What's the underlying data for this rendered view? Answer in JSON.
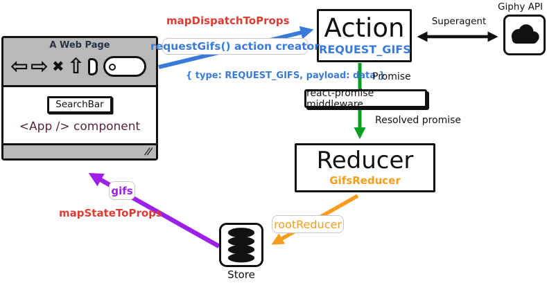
{
  "colors": {
    "red": "#df3b33",
    "blue": "#3a7bd9",
    "green": "#0a9e22",
    "orange": "#f89c1c",
    "purple": "#9c20e8",
    "maroon": "#572440",
    "titlebar_gray": "#b9b9b9"
  },
  "browser": {
    "title": "A Web Page",
    "toolbar": {
      "back_icon": "⇦",
      "forward_icon": "⇨",
      "close_icon": "✖",
      "home_icon": "⇧"
    },
    "searchbar_label": "SearchBar",
    "component_label": "<App /> component",
    "resize_handle": "//"
  },
  "nodes": {
    "action": {
      "title": "Action",
      "subtitle": "REQUEST_GIFS"
    },
    "giphy": {
      "label": "Giphy API"
    },
    "reducer": {
      "title": "Reducer",
      "subtitle": "GifsReducer"
    },
    "store": {
      "label": "Store"
    }
  },
  "flow": {
    "map_dispatch_label": "mapDispatchToProps",
    "action_creator_label": "requestGifs() action creator",
    "payload_label": "{ type: REQUEST_GIFS, payload: data }",
    "superagent_label": "Superagent",
    "promise_label": "Promise",
    "middleware_label": "react-promise middleware",
    "resolved_label": "Resolved promise",
    "root_reducer_label": "rootReducer",
    "gifs_label": "gifs",
    "map_state_label": "mapStateToProps"
  }
}
